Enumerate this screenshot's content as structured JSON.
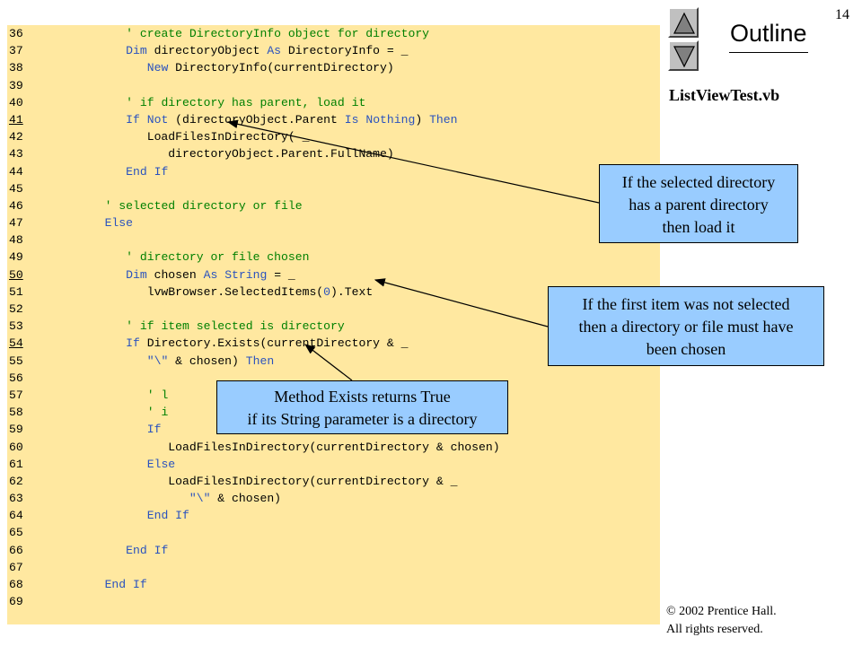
{
  "slide": {
    "page_number": "14",
    "outline_label": "Outline",
    "file_name": "ListViewTest.vb",
    "copyright_line1": "© 2002 Prentice Hall.",
    "copyright_line2": "All rights reserved."
  },
  "nav": {
    "up_icon": "up-triangle-icon",
    "down_icon": "down-triangle-icon"
  },
  "colors": {
    "code_background": "#ffe8a0",
    "comment": "#008000",
    "keyword": "#2a52be",
    "callout_fill": "#99ccff"
  },
  "code": {
    "lines": [
      {
        "num": "36",
        "u": false,
        "segs": [
          [
            "             ",
            ""
          ],
          [
            "' create DirectoryInfo object for directory",
            "cm"
          ]
        ]
      },
      {
        "num": "37",
        "u": false,
        "segs": [
          [
            "             ",
            ""
          ],
          [
            "Dim",
            "kw"
          ],
          [
            " directoryObject ",
            ""
          ],
          [
            "As",
            "kw"
          ],
          [
            " DirectoryInfo = _",
            ""
          ]
        ]
      },
      {
        "num": "38",
        "u": false,
        "segs": [
          [
            "                ",
            ""
          ],
          [
            "New",
            "kw"
          ],
          [
            " DirectoryInfo(currentDirectory)",
            ""
          ]
        ]
      },
      {
        "num": "39",
        "u": false,
        "segs": []
      },
      {
        "num": "40",
        "u": false,
        "segs": [
          [
            "             ",
            ""
          ],
          [
            "' if directory has parent, load it",
            "cm"
          ]
        ]
      },
      {
        "num": "41",
        "u": true,
        "segs": [
          [
            "             ",
            ""
          ],
          [
            "If",
            "kw"
          ],
          [
            " ",
            ""
          ],
          [
            "Not",
            "kw"
          ],
          [
            " (directoryObject.Parent ",
            ""
          ],
          [
            "Is",
            "kw"
          ],
          [
            " ",
            ""
          ],
          [
            "Nothing",
            "kw"
          ],
          [
            ") ",
            ""
          ],
          [
            "Then",
            "kw"
          ]
        ]
      },
      {
        "num": "42",
        "u": false,
        "segs": [
          [
            "                LoadFilesInDirectory( _",
            ""
          ]
        ]
      },
      {
        "num": "43",
        "u": false,
        "segs": [
          [
            "                   directoryObject.Parent.FullName)",
            ""
          ]
        ]
      },
      {
        "num": "44",
        "u": false,
        "segs": [
          [
            "             ",
            ""
          ],
          [
            "End If",
            "kw"
          ]
        ]
      },
      {
        "num": "45",
        "u": false,
        "segs": []
      },
      {
        "num": "46",
        "u": false,
        "segs": [
          [
            "          ",
            ""
          ],
          [
            "' selected directory or file",
            "cm"
          ]
        ]
      },
      {
        "num": "47",
        "u": false,
        "segs": [
          [
            "          ",
            ""
          ],
          [
            "Else",
            "kw"
          ]
        ]
      },
      {
        "num": "48",
        "u": false,
        "segs": []
      },
      {
        "num": "49",
        "u": false,
        "segs": [
          [
            "             ",
            ""
          ],
          [
            "' directory or file chosen",
            "cm"
          ]
        ]
      },
      {
        "num": "50",
        "u": true,
        "segs": [
          [
            "             ",
            ""
          ],
          [
            "Dim",
            "kw"
          ],
          [
            " chosen ",
            ""
          ],
          [
            "As",
            "kw"
          ],
          [
            " ",
            ""
          ],
          [
            "String",
            "kw"
          ],
          [
            " = _",
            ""
          ]
        ]
      },
      {
        "num": "51",
        "u": false,
        "segs": [
          [
            "                lvwBrowser.SelectedItems(",
            ""
          ],
          [
            "0",
            "kw"
          ],
          [
            ").Text",
            ""
          ]
        ]
      },
      {
        "num": "52",
        "u": false,
        "segs": []
      },
      {
        "num": "53",
        "u": false,
        "segs": [
          [
            "             ",
            ""
          ],
          [
            "' if item selected is directory",
            "cm"
          ]
        ]
      },
      {
        "num": "54",
        "u": true,
        "segs": [
          [
            "             ",
            ""
          ],
          [
            "If",
            "kw"
          ],
          [
            " Directory.Exists(currentDirectory & _",
            ""
          ]
        ]
      },
      {
        "num": "55",
        "u": false,
        "segs": [
          [
            "                ",
            ""
          ],
          [
            "\"\\\"",
            "kw"
          ],
          [
            " & chosen) ",
            ""
          ],
          [
            "Then",
            "kw"
          ]
        ]
      },
      {
        "num": "56",
        "u": false,
        "segs": []
      },
      {
        "num": "57",
        "u": false,
        "segs": [
          [
            "                ",
            ""
          ],
          [
            "' l",
            "cm"
          ]
        ]
      },
      {
        "num": "58",
        "u": false,
        "segs": [
          [
            "                ",
            ""
          ],
          [
            "' i",
            "cm"
          ],
          [
            "                                 ",
            ""
          ],
          [
            "se we do",
            "cm"
          ]
        ]
      },
      {
        "num": "59",
        "u": false,
        "segs": [
          [
            "                ",
            ""
          ],
          [
            "If",
            "kw"
          ]
        ]
      },
      {
        "num": "60",
        "u": false,
        "segs": [
          [
            "                   LoadFilesInDirectory(currentDirectory & chosen)",
            ""
          ]
        ]
      },
      {
        "num": "61",
        "u": false,
        "segs": [
          [
            "                ",
            ""
          ],
          [
            "Else",
            "kw"
          ]
        ]
      },
      {
        "num": "62",
        "u": false,
        "segs": [
          [
            "                   LoadFilesInDirectory(currentDirectory & _",
            ""
          ]
        ]
      },
      {
        "num": "63",
        "u": false,
        "segs": [
          [
            "                      ",
            ""
          ],
          [
            "\"\\\"",
            "kw"
          ],
          [
            " & chosen)",
            ""
          ]
        ]
      },
      {
        "num": "64",
        "u": false,
        "segs": [
          [
            "                ",
            ""
          ],
          [
            "End If",
            "kw"
          ]
        ]
      },
      {
        "num": "65",
        "u": false,
        "segs": []
      },
      {
        "num": "66",
        "u": false,
        "segs": [
          [
            "             ",
            ""
          ],
          [
            "End If",
            "kw"
          ]
        ]
      },
      {
        "num": "67",
        "u": false,
        "segs": []
      },
      {
        "num": "68",
        "u": false,
        "segs": [
          [
            "          ",
            ""
          ],
          [
            "End If",
            "kw"
          ]
        ]
      },
      {
        "num": "69",
        "u": false,
        "segs": []
      }
    ]
  },
  "callouts": {
    "parent_dir": {
      "line1": "If the selected directory",
      "line2": "has a parent directory",
      "line3": "then load it"
    },
    "first_item": {
      "line1": "If the first item was not selected",
      "line2": "then a directory or file must have",
      "line3": "been chosen"
    },
    "exists": {
      "line1": "Method Exists returns True",
      "line2": "if its String parameter is a directory"
    }
  }
}
